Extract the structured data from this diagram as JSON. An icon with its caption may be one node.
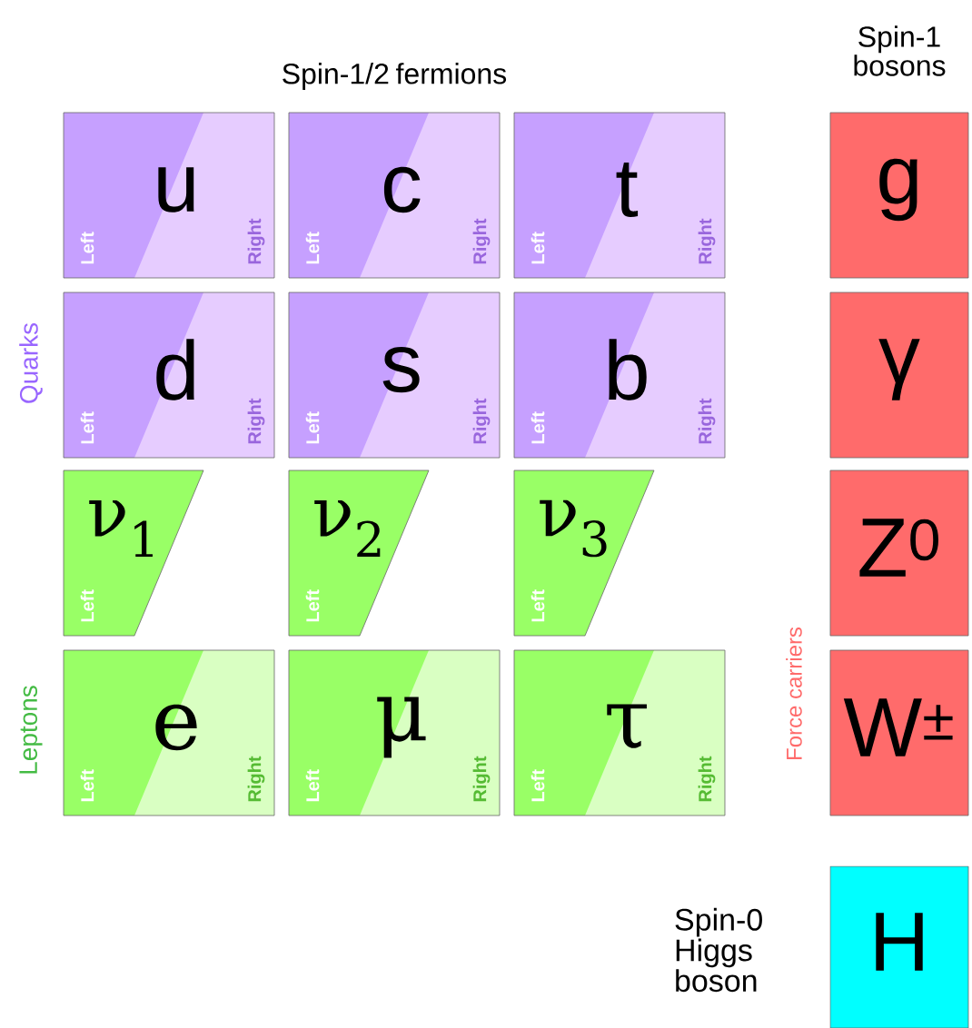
{
  "diagram": {
    "nodes": [
      {
        "text": [
          "u",
          "Left",
          "Right"
        ]
      },
      {
        "text": [
          "c",
          "Left",
          "Right"
        ]
      },
      {
        "text": [
          "t",
          "Left",
          "Right"
        ]
      },
      {
        "text": [
          "d",
          "Left",
          "Right"
        ]
      },
      {
        "text": [
          "s",
          "Left",
          "Right"
        ]
      },
      {
        "text": [
          "b",
          "Left",
          "Right"
        ]
      },
      {
        "text": [
          "ν$_{1}$",
          "Left"
        ]
      },
      {
        "text": [
          "ν$_{2}$",
          "Left"
        ]
      },
      {
        "text": [
          "ν$_{3}$",
          "Left"
        ]
      },
      {
        "text": [
          "e",
          "Left",
          "Right"
        ]
      },
      {
        "text": [
          "μ",
          "Left",
          "Right"
        ]
      },
      {
        "text": [
          "τ",
          "Left",
          "Right"
        ]
      },
      {
        "text": [
          "g"
        ]
      },
      {
        "text": [
          "γ"
        ]
      },
      {
        "text": [
          "Z$^{0}$"
        ]
      },
      {
        "text": [
          "W$^{±}$"
        ]
      },
      {
        "text": [
          "H"
        ]
      }
    ],
    "labels": [
      "Spin-1 bosons",
      "Spin-1/2 fermions",
      "Quarks",
      "Force carriers",
      "Leptons",
      "Spin-0 Higgs boson"
    ]
  }
}
